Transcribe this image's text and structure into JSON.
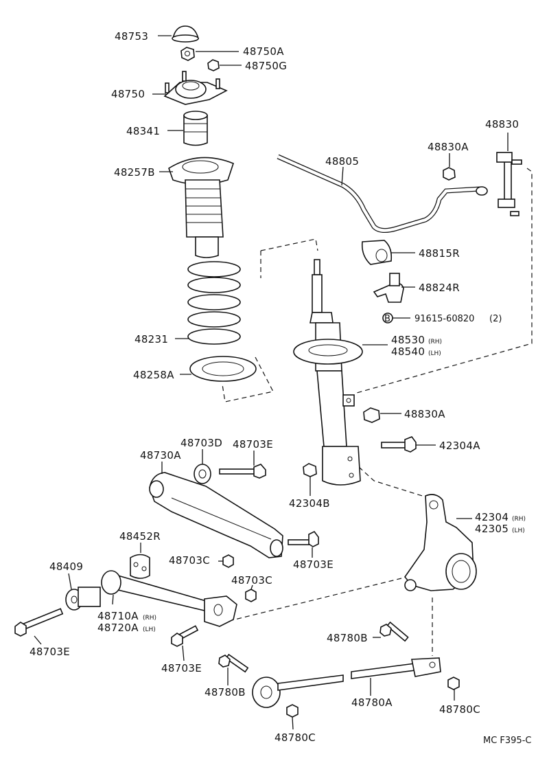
{
  "diagram": {
    "reference_code": "MC F395-C",
    "parts": {
      "p48753": "48753",
      "p48750A": "48750A",
      "p48750G": "48750G",
      "p48750": "48750",
      "p48341": "48341",
      "p48257B": "48257B",
      "p48231": "48231",
      "p48258A": "48258A",
      "p48805": "48805",
      "p48830": "48830",
      "p48830A_top": "48830A",
      "p48815R": "48815R",
      "p48824R": "48824R",
      "p91615": "91615-60820",
      "p91615_qty": "(2)",
      "p91615_mark": "B",
      "p48530": "48530",
      "p48530_side": "(RH)",
      "p48540": "48540",
      "p48540_side": "(LH)",
      "p48830A_mid": "48830A",
      "p42304A": "42304A",
      "p42304B": "42304B",
      "p48703D": "48703D",
      "p48703E_top": "48703E",
      "p48730A": "48730A",
      "p42304": "42304",
      "p42304_side": "(RH)",
      "p42305": "42305",
      "p42305_side": "(LH)",
      "p48452R": "48452R",
      "p48409": "48409",
      "p48703C_a": "48703C",
      "p48703E_mid": "48703E",
      "p48703C_b": "48703C",
      "p48710A": "48710A",
      "p48710A_side": "(RH)",
      "p48720A": "48720A",
      "p48720A_side": "(LH)",
      "p48703E_left": "48703E",
      "p48703E_bottom": "48703E",
      "p48780B_a": "48780B",
      "p48780B_b": "48780B",
      "p48780A": "48780A",
      "p48780C_a": "48780C",
      "p48780C_b": "48780C"
    }
  }
}
